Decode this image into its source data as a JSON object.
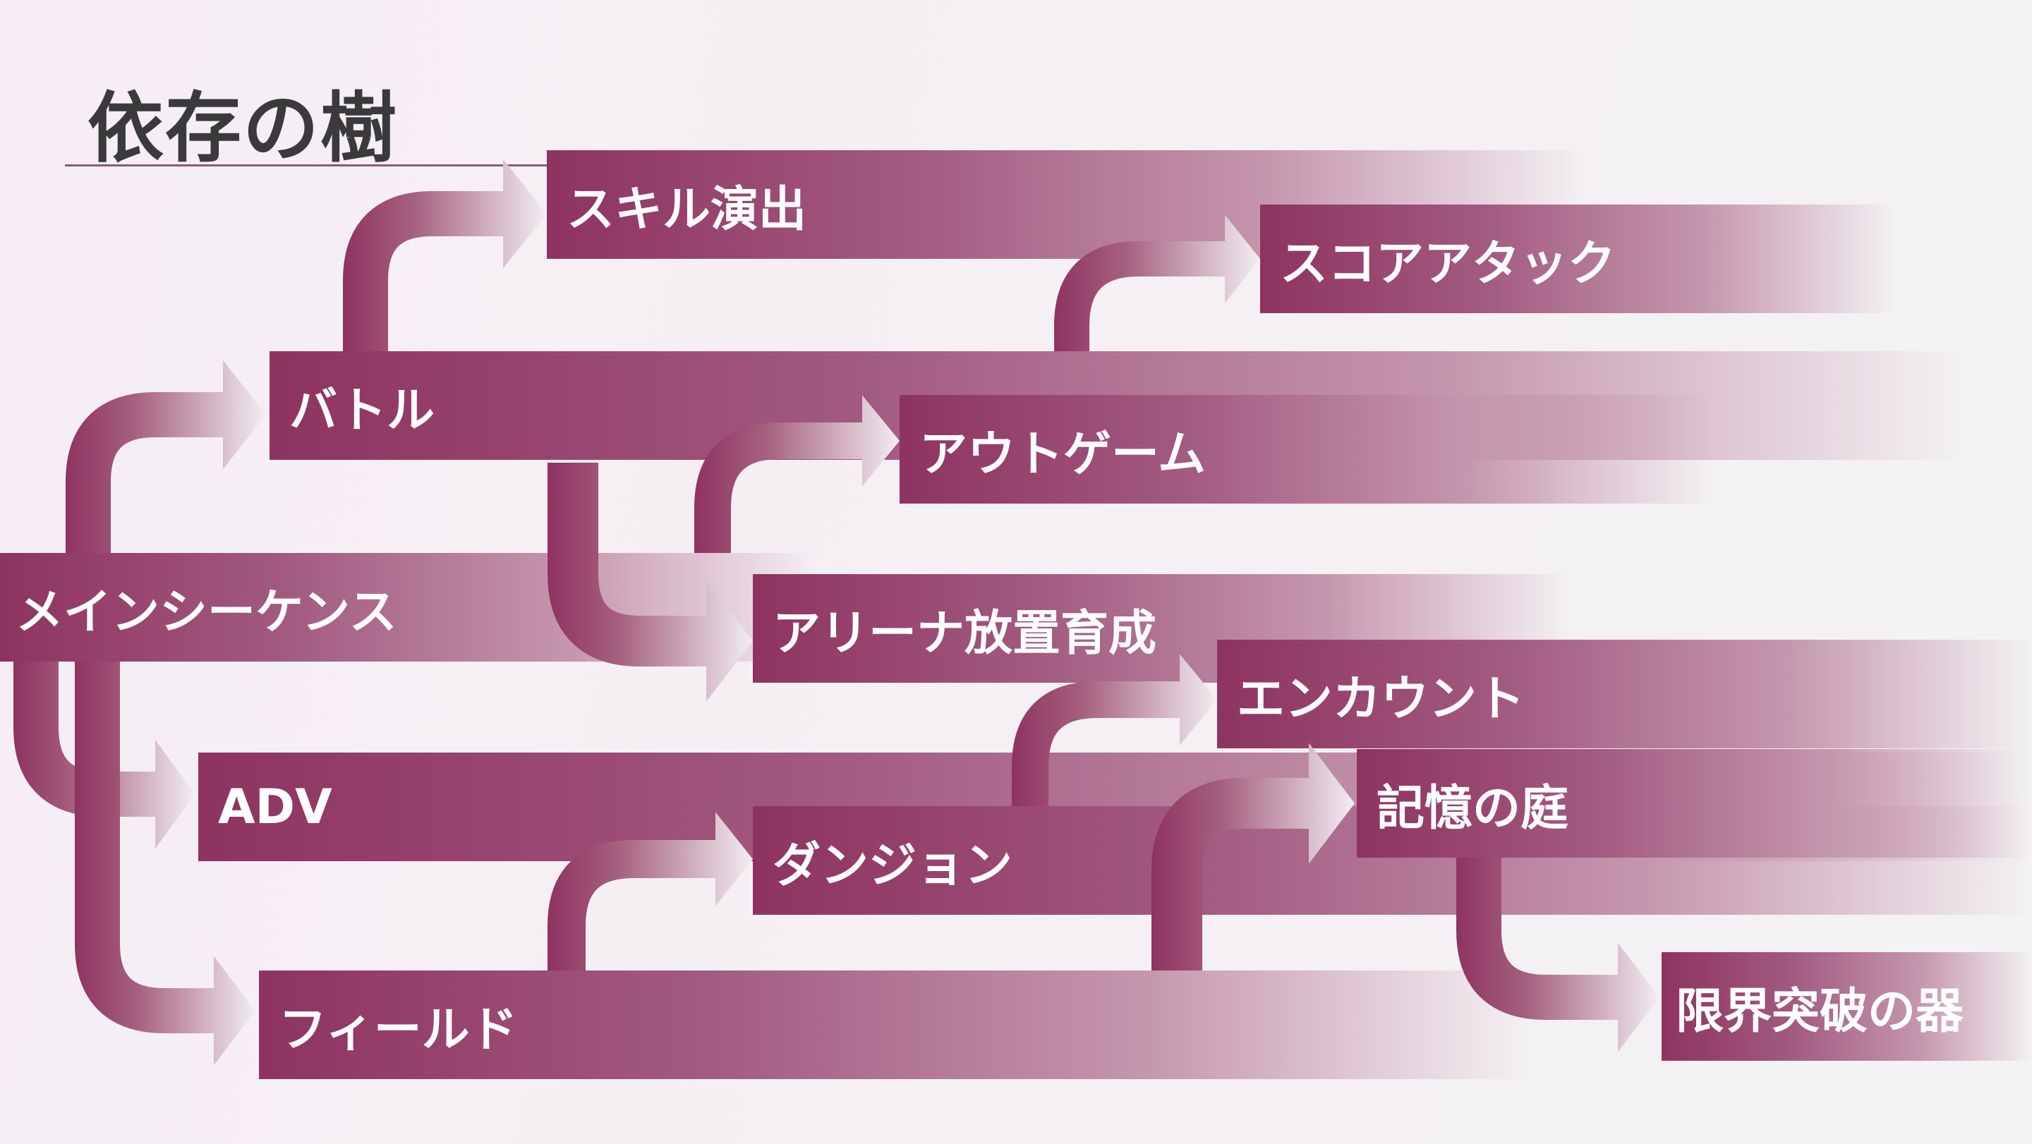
{
  "title": "依存の樹",
  "colors": {
    "accent": "#8e3360",
    "title": "#3a3a3c",
    "background": "#f6f0f5"
  },
  "nodes": {
    "skill": "スキル演出",
    "score": "スコアアタック",
    "battle": "バトル",
    "outgame": "アウトゲーム",
    "main": "メインシーケンス",
    "arena": "アリーナ放置育成",
    "encount": "エンカウント",
    "adv": "ADV",
    "garden": "記憶の庭",
    "dungeon": "ダンジョン",
    "field": "フィールド",
    "limit": "限界突破の器"
  },
  "edges": [
    {
      "from": "バトル",
      "to": "スキル演出"
    },
    {
      "from": "バトル",
      "to": "スコアアタック"
    },
    {
      "from": "メインシーケンス",
      "to": "バトル"
    },
    {
      "from": "バトル",
      "to": "アリーナ放置育成"
    },
    {
      "from": "メインシーケンス",
      "to": "アウトゲーム"
    },
    {
      "from": "メインシーケンス",
      "to": "ADV"
    },
    {
      "from": "メインシーケンス",
      "to": "フィールド"
    },
    {
      "from": "ダンジョン",
      "to": "エンカウント"
    },
    {
      "from": "フィールド",
      "to": "ダンジョン"
    },
    {
      "from": "フィールド",
      "to": "記憶の庭"
    },
    {
      "from": "記憶の庭",
      "to": "限界突破の器"
    }
  ]
}
